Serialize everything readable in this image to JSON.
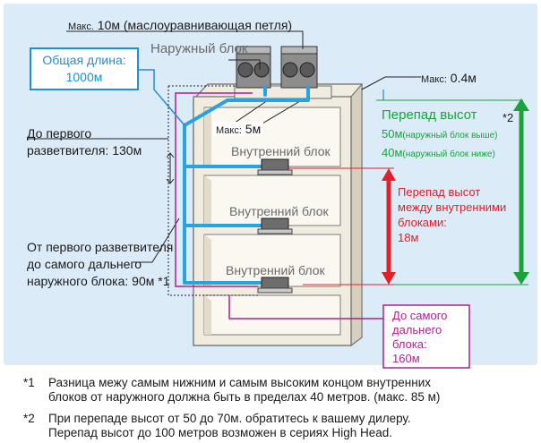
{
  "labels": {
    "max_oil_prefix": "Макс.",
    "max_oil_value": "10м (маслоуравнивающая петля)",
    "outdoor_unit": "Наружный блок",
    "total_length_line1": "Общая длина:",
    "total_length_line2": "1000м",
    "max04_prefix": "Макс:",
    "max04_value": "0.4м",
    "first_branch_line1": "До первого",
    "first_branch_line2": "разветвителя: 130м",
    "max5_prefix": "Макс:",
    "max5_value": "5м",
    "indoor_unit_1": "Внутренний блок",
    "indoor_unit_2": "Внутренний блок",
    "indoor_unit_3": "Внутренний блок",
    "height_diff_title": "Перепад высот",
    "height_diff_mark": "*2",
    "height_diff_upper_value": "50м",
    "height_diff_upper_note": "(наружный блок выше)",
    "height_diff_lower_value": "40м",
    "height_diff_lower_note": "(наружный блок ниже)",
    "indoor_diff_line1": "Перепад высот",
    "indoor_diff_line2": "между внутренними",
    "indoor_diff_line3": "блоками:",
    "indoor_diff_line4": "18м",
    "farthest_line1": "От первого разветвителя",
    "farthest_line2": "до самого дальнего",
    "farthest_line3": "наружного блока: 90м",
    "farthest_mark": "*1",
    "farthest_block_line1": "До самого",
    "farthest_block_line2": "дальнего",
    "farthest_block_line3": "блока:",
    "farthest_block_line4": "160м"
  },
  "notes": [
    {
      "mark": "*1",
      "line1": "Разница межу самым нижним и самым высоким концом внутренних",
      "line2": "блоков от наружного должна быть в пределах 40 метров. (макс. 85 м)"
    },
    {
      "mark": "*2",
      "line1": "При перепаде высот от 50 до 70м. обратитесь к вашему дилеру.",
      "line2": "Перепад высот до 100 метров возможен в сериях High Head."
    }
  ],
  "colors": {
    "panel": "#dcebf8",
    "pipe": "#29a3e0",
    "total_length_box": "#1e90d6",
    "height_diff": "#1aa33a",
    "indoor_diff": "#e0202a",
    "farthest": "#b01f8f",
    "building": "#f1ece0"
  }
}
